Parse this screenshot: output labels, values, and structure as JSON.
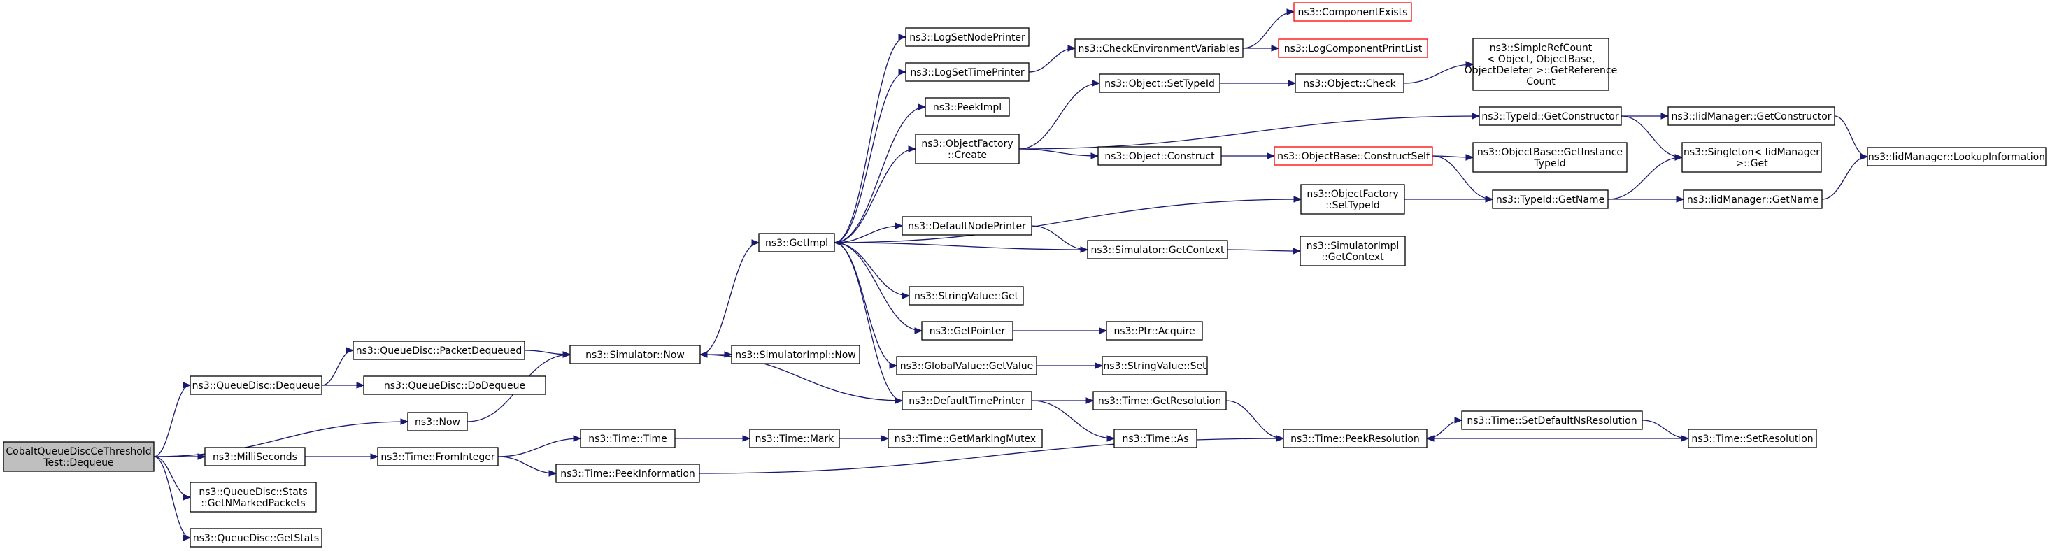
{
  "nodes": {
    "root": [
      "CobaltQueueDiscCeThreshold",
      "Test::Dequeue"
    ],
    "qd_dequeue": [
      "ns3::QueueDisc::Dequeue"
    ],
    "now": [
      "ns3::Now"
    ],
    "millis": [
      "ns3::MilliSeconds"
    ],
    "stats_getn": [
      "ns3::QueueDisc::Stats",
      "::GetNMarkedPackets"
    ],
    "getstats": [
      "ns3::QueueDisc::GetStats"
    ],
    "pkt_dequeued": [
      "ns3::QueueDisc::PacketDequeued"
    ],
    "dodequeue": [
      "ns3::QueueDisc::DoDequeue"
    ],
    "sim_now": [
      "ns3::Simulator::Now"
    ],
    "simimpl_now": [
      "ns3::SimulatorImpl::Now"
    ],
    "fromint": [
      "ns3::Time::FromInteger"
    ],
    "time_time": [
      "ns3::Time::Time"
    ],
    "peekinfo": [
      "ns3::Time::PeekInformation"
    ],
    "mark": [
      "ns3::Time::Mark"
    ],
    "markmutex": [
      "ns3::Time::GetMarkingMutex"
    ],
    "getimpl": [
      "ns3::GetImpl"
    ],
    "lognodep": [
      "ns3::LogSetNodePrinter"
    ],
    "logtimep": [
      "ns3::LogSetTimePrinter"
    ],
    "peekimpl": [
      "ns3::PeekImpl"
    ],
    "objf_create": [
      "ns3::ObjectFactory",
      "::Create"
    ],
    "defnodep": [
      "ns3::DefaultNodePrinter"
    ],
    "strval_get": [
      "ns3::StringValue::Get"
    ],
    "getpointer": [
      "ns3::GetPointer"
    ],
    "gv_getvalue": [
      "ns3::GlobalValue::GetValue"
    ],
    "deftimep": [
      "ns3::DefaultTimePrinter"
    ],
    "checkenv": [
      "ns3::CheckEnvironmentVariables"
    ],
    "compexists": [
      "ns3::ComponentExists"
    ],
    "logcompprint": [
      "ns3::LogComponentPrintList"
    ],
    "obj_settypeid": [
      "ns3::Object::SetTypeId"
    ],
    "obj_check": [
      "ns3::Object::Check"
    ],
    "simplerefcount": [
      "ns3::SimpleRefCount",
      "< Object, ObjectBase,",
      "ObjectDeleter >::GetReference",
      "Count"
    ],
    "typeid_getctor": [
      "ns3::TypeId::GetConstructor"
    ],
    "iidmgr_getctor": [
      "ns3::IidManager::GetConstructor"
    ],
    "iidmgr_lookup": [
      "ns3::IidManager::LookupInformation"
    ],
    "obj_construct": [
      "ns3::Object::Construct"
    ],
    "objbase_constructself": [
      "ns3::ObjectBase::ConstructSelf"
    ],
    "objbase_getinstance": [
      "ns3::ObjectBase::GetInstance",
      "TypeId"
    ],
    "singleton_get": [
      "ns3::Singleton< IidManager",
      ">::Get"
    ],
    "objf_settypeid": [
      "ns3::ObjectFactory",
      "::SetTypeId"
    ],
    "typeid_getname": [
      "ns3::TypeId::GetName"
    ],
    "iidmgr_getname": [
      "ns3::IidManager::GetName"
    ],
    "sim_getcontext": [
      "ns3::Simulator::GetContext"
    ],
    "simimpl_getcontext": [
      "ns3::SimulatorImpl",
      "::GetContext"
    ],
    "ptr_acquire": [
      "ns3::Ptr::Acquire"
    ],
    "strval_set": [
      "ns3::StringValue::Set"
    ],
    "time_getres": [
      "ns3::Time::GetResolution"
    ],
    "time_as": [
      "ns3::Time::As"
    ],
    "peekres": [
      "ns3::Time::PeekResolution"
    ],
    "setdefaultns": [
      "ns3::Time::SetDefaultNsResolution"
    ],
    "setres": [
      "ns3::Time::SetResolution"
    ]
  },
  "colors": {
    "edge": "#191970",
    "root_fill": "#bfbfbf",
    "node_border": "#000000",
    "missing_border": "#ff0000"
  }
}
